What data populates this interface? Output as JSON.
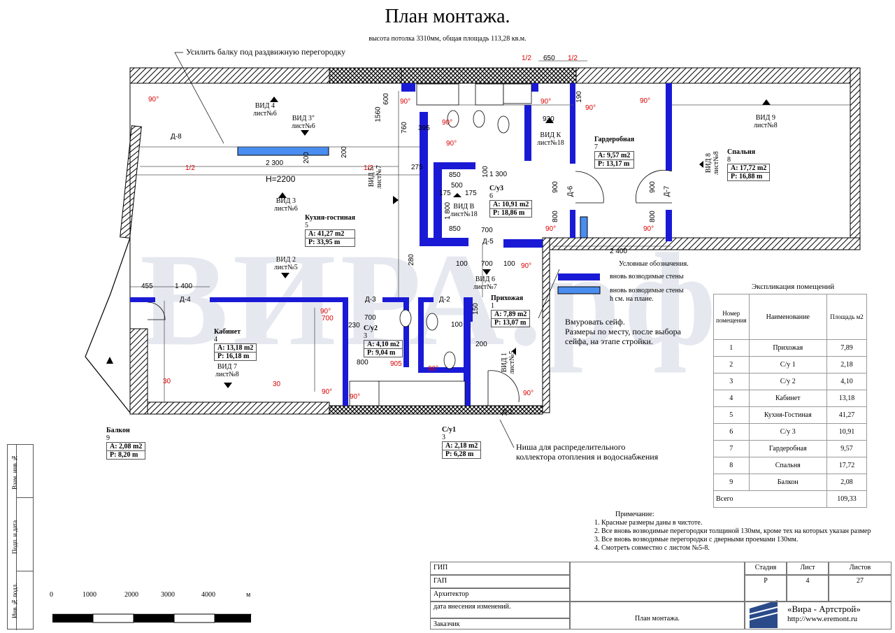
{
  "title": "План монтажа.",
  "subtitle": "высота потолка 3310мм, общая площадь 113,28 кв.м.",
  "watermark": "ВИРА.рф",
  "callout_beam": "Усилить балку под раздвижную перегородку",
  "callout_safe": [
    "Вмуровать сейф.",
    "Размеры по месту, после выбора",
    "сейфа, на этапе стройки."
  ],
  "callout_niche": [
    "Ниша для распределительного",
    "коллектора отопления и водоснабжения"
  ],
  "rooms": [
    {
      "name": "Кухня-гостиная",
      "num": "5",
      "area": "A: 41,27 m2",
      "perim": "P: 33,95 m"
    },
    {
      "name": "Кабинет",
      "num": "4",
      "area": "A: 13,18 m2",
      "perim": "P: 16,18 m"
    },
    {
      "name": "С/у2",
      "num": "3",
      "area": "A: 4,10 m2",
      "perim": "P: 9,04 m"
    },
    {
      "name": "Прихожая",
      "num": "1",
      "area": "A: 7,89 m2",
      "perim": "P: 13,07 m"
    },
    {
      "name": "С/у3",
      "num": "6",
      "area": "A: 10,91 m2",
      "perim": "P: 18,86 m"
    },
    {
      "name": "Гардеробная",
      "num": "7",
      "area": "A: 9,57 m2",
      "perim": "P: 13,17 m"
    },
    {
      "name": "Спальня",
      "num": "8",
      "area": "A: 17,72 m2",
      "perim": "P: 16,88 m"
    },
    {
      "name": "Балкон",
      "num": "9",
      "area": "A: 2,08 m2",
      "perim": "P: 8,20 m"
    },
    {
      "name": "С/у1",
      "num": "3",
      "area": "A: 2,18 m2",
      "perim": "P: 6,28 m"
    }
  ],
  "views": [
    "ВИД 4",
    "лист№6",
    "ВИД 3\"",
    "лист№6",
    "ВИД 3",
    "лист№6",
    "ВИД 2",
    "лист№5",
    "ВИД 7",
    "лист№8",
    "ВИД 5",
    "лист№7",
    "ВИД В",
    "лист№18",
    "ВИД К",
    "лист№18",
    "ВИД 9",
    "лист№8",
    "ВИД 8",
    "лист№8",
    "ВИД 6",
    "лист№7",
    "ВИД 1",
    "лист№5"
  ],
  "doors": [
    "Д-8",
    "Д-4",
    "Д-3",
    "Д-2",
    "Д-5",
    "Д-6",
    "Д-7",
    "Д-1"
  ],
  "dims": {
    "h2200": "H=2200",
    "d2300": "2 300",
    "d1_2": "1/2",
    "d1400": "1 400",
    "d455": "455",
    "d700": "700",
    "d800": "800",
    "d905": "905",
    "d930": "930",
    "d900": "900",
    "d2400": "2 400",
    "d650": "650",
    "d395": "395",
    "d1300": "1 300",
    "d850": "850",
    "d1800": "1 800",
    "d500": "500",
    "d175": "175",
    "d100": "100",
    "d200": "200",
    "d150": "150",
    "d280": "280",
    "d230": "230",
    "d275": "275",
    "d1560": "1560",
    "d760": "760",
    "d600": "600",
    "d190": "190",
    "d30": "30",
    "a90": "90°"
  },
  "legend_title": "Условные обозначения.",
  "legend": [
    {
      "label": "вновь возводимые стены",
      "color": "#1a1ad6"
    },
    {
      "label": "вновь возводимые стены",
      "label2": "h см. на плане.",
      "color": "#4a8df0"
    }
  ],
  "explication": {
    "title": "Экспликация помещений",
    "head": [
      "Номер помещения",
      "Наименование",
      "Площадь м2"
    ],
    "rows": [
      [
        "1",
        "Прихожая",
        "7,89"
      ],
      [
        "2",
        "С/у 1",
        "2,18"
      ],
      [
        "3",
        "С/у 2",
        "4,10"
      ],
      [
        "4",
        "Кабинет",
        "13,18"
      ],
      [
        "5",
        "Кухня-Гостиная",
        "41,27"
      ],
      [
        "6",
        "С/у 3",
        "10,91"
      ],
      [
        "7",
        "Гардеробная",
        "9,57"
      ],
      [
        "8",
        "Спальня",
        "17,72"
      ],
      [
        "9",
        "Балкон",
        "2,08"
      ]
    ],
    "total_label": "Всего",
    "total": "109,33"
  },
  "notes_title": "Примечание:",
  "notes": [
    "1. Красные размеры даны в чистоте.",
    "2. Все вновь возводимые перегородки толщиной 130мм, кроме тех на которых указан размер",
    "3. Все вновь возводимые перегородки с дверными проемами 130мм.",
    "4. Смотреть совместно с листом №5-8."
  ],
  "stamp": {
    "rows": [
      "ГИП",
      "ГАП",
      "Архитектор",
      "дата внесения изменений.",
      "Заказчик"
    ],
    "stage_label": "Стадия",
    "sheet_label": "Лист",
    "sheets_label": "Листов",
    "stage": "Р",
    "sheet": "4",
    "sheets": "27",
    "drawing": "План монтажа.",
    "company": "«Вира - Артстрой»",
    "site": "http://www.eremont.ru"
  },
  "side_labels": [
    "Взам. инв.№",
    "Подп. и дата",
    "Инв.№ подл."
  ],
  "scale": {
    "ticks": [
      "0",
      "1000",
      "2000",
      "3000",
      "4000"
    ],
    "unit": "м"
  },
  "colors": {
    "wall_new": "#1a1ad6",
    "wall_new_h": "#4a8df0",
    "red_dim": "#d00000",
    "hatch": "#000000"
  }
}
